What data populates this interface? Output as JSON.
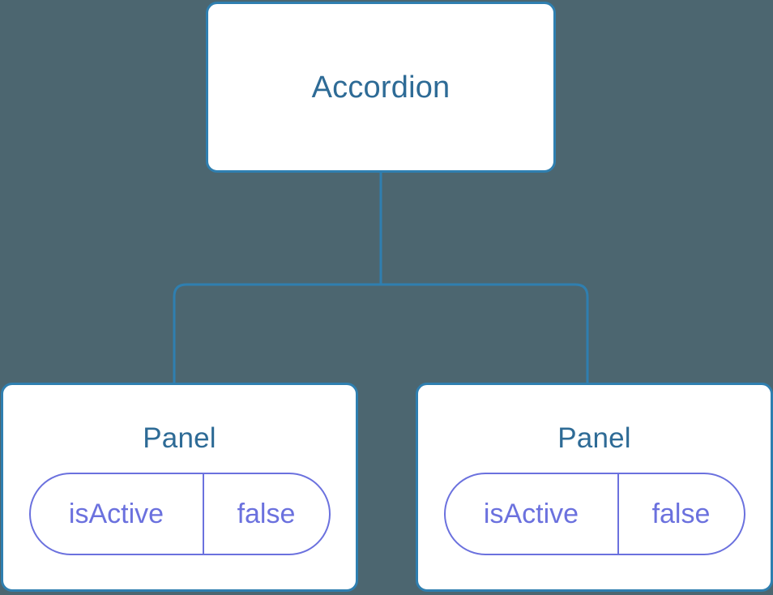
{
  "diagram": {
    "type": "component-tree",
    "background_color": "#4c6670",
    "node_border_color": "#2f7fb0",
    "node_fill_color": "#ffffff",
    "node_title_color": "#2e6b96",
    "prop_color": "#6b71de",
    "connector_color": "#2f7fb0",
    "root": {
      "title": "Accordion"
    },
    "children": [
      {
        "title": "Panel",
        "props": [
          {
            "key": "isActive",
            "value": "false"
          }
        ]
      },
      {
        "title": "Panel",
        "props": [
          {
            "key": "isActive",
            "value": "false"
          }
        ]
      }
    ]
  }
}
